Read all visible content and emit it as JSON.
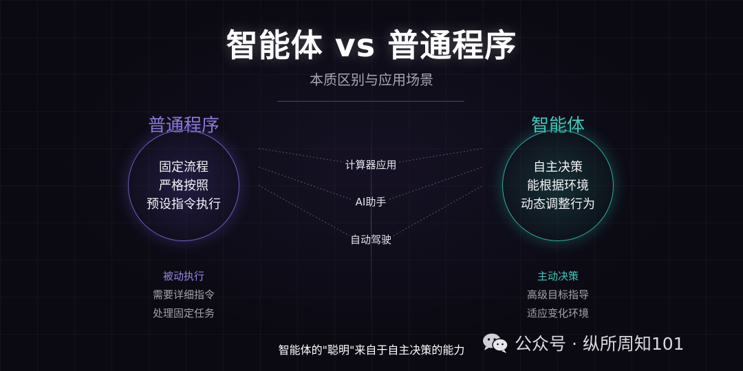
{
  "header": {
    "title": "智能体 vs 普通程序",
    "subtitle": "本质区别与应用场景"
  },
  "left": {
    "title": "普通程序",
    "circle_lines": [
      "固定流程",
      "严格按照",
      "预设指令执行"
    ],
    "trait": "被动执行",
    "details": [
      "需要详细指令",
      "处理固定任务"
    ],
    "accent": "#8f7bdc"
  },
  "right": {
    "title": "智能体",
    "circle_lines": [
      "自主决策",
      "能根据环境",
      "动态调整行为"
    ],
    "trait": "主动决策",
    "details": [
      "高级目标指导",
      "适应变化环境"
    ],
    "accent": "#3cc8b8"
  },
  "center": {
    "examples": [
      "计算器应用",
      "AI助手",
      "自动驾驶"
    ]
  },
  "footer": {
    "caption": "智能体的\"聪明\"来自于自主决策的能力"
  },
  "watermark": {
    "icon": "wechat-icon",
    "text": "公众号 · 纵所周知101"
  }
}
